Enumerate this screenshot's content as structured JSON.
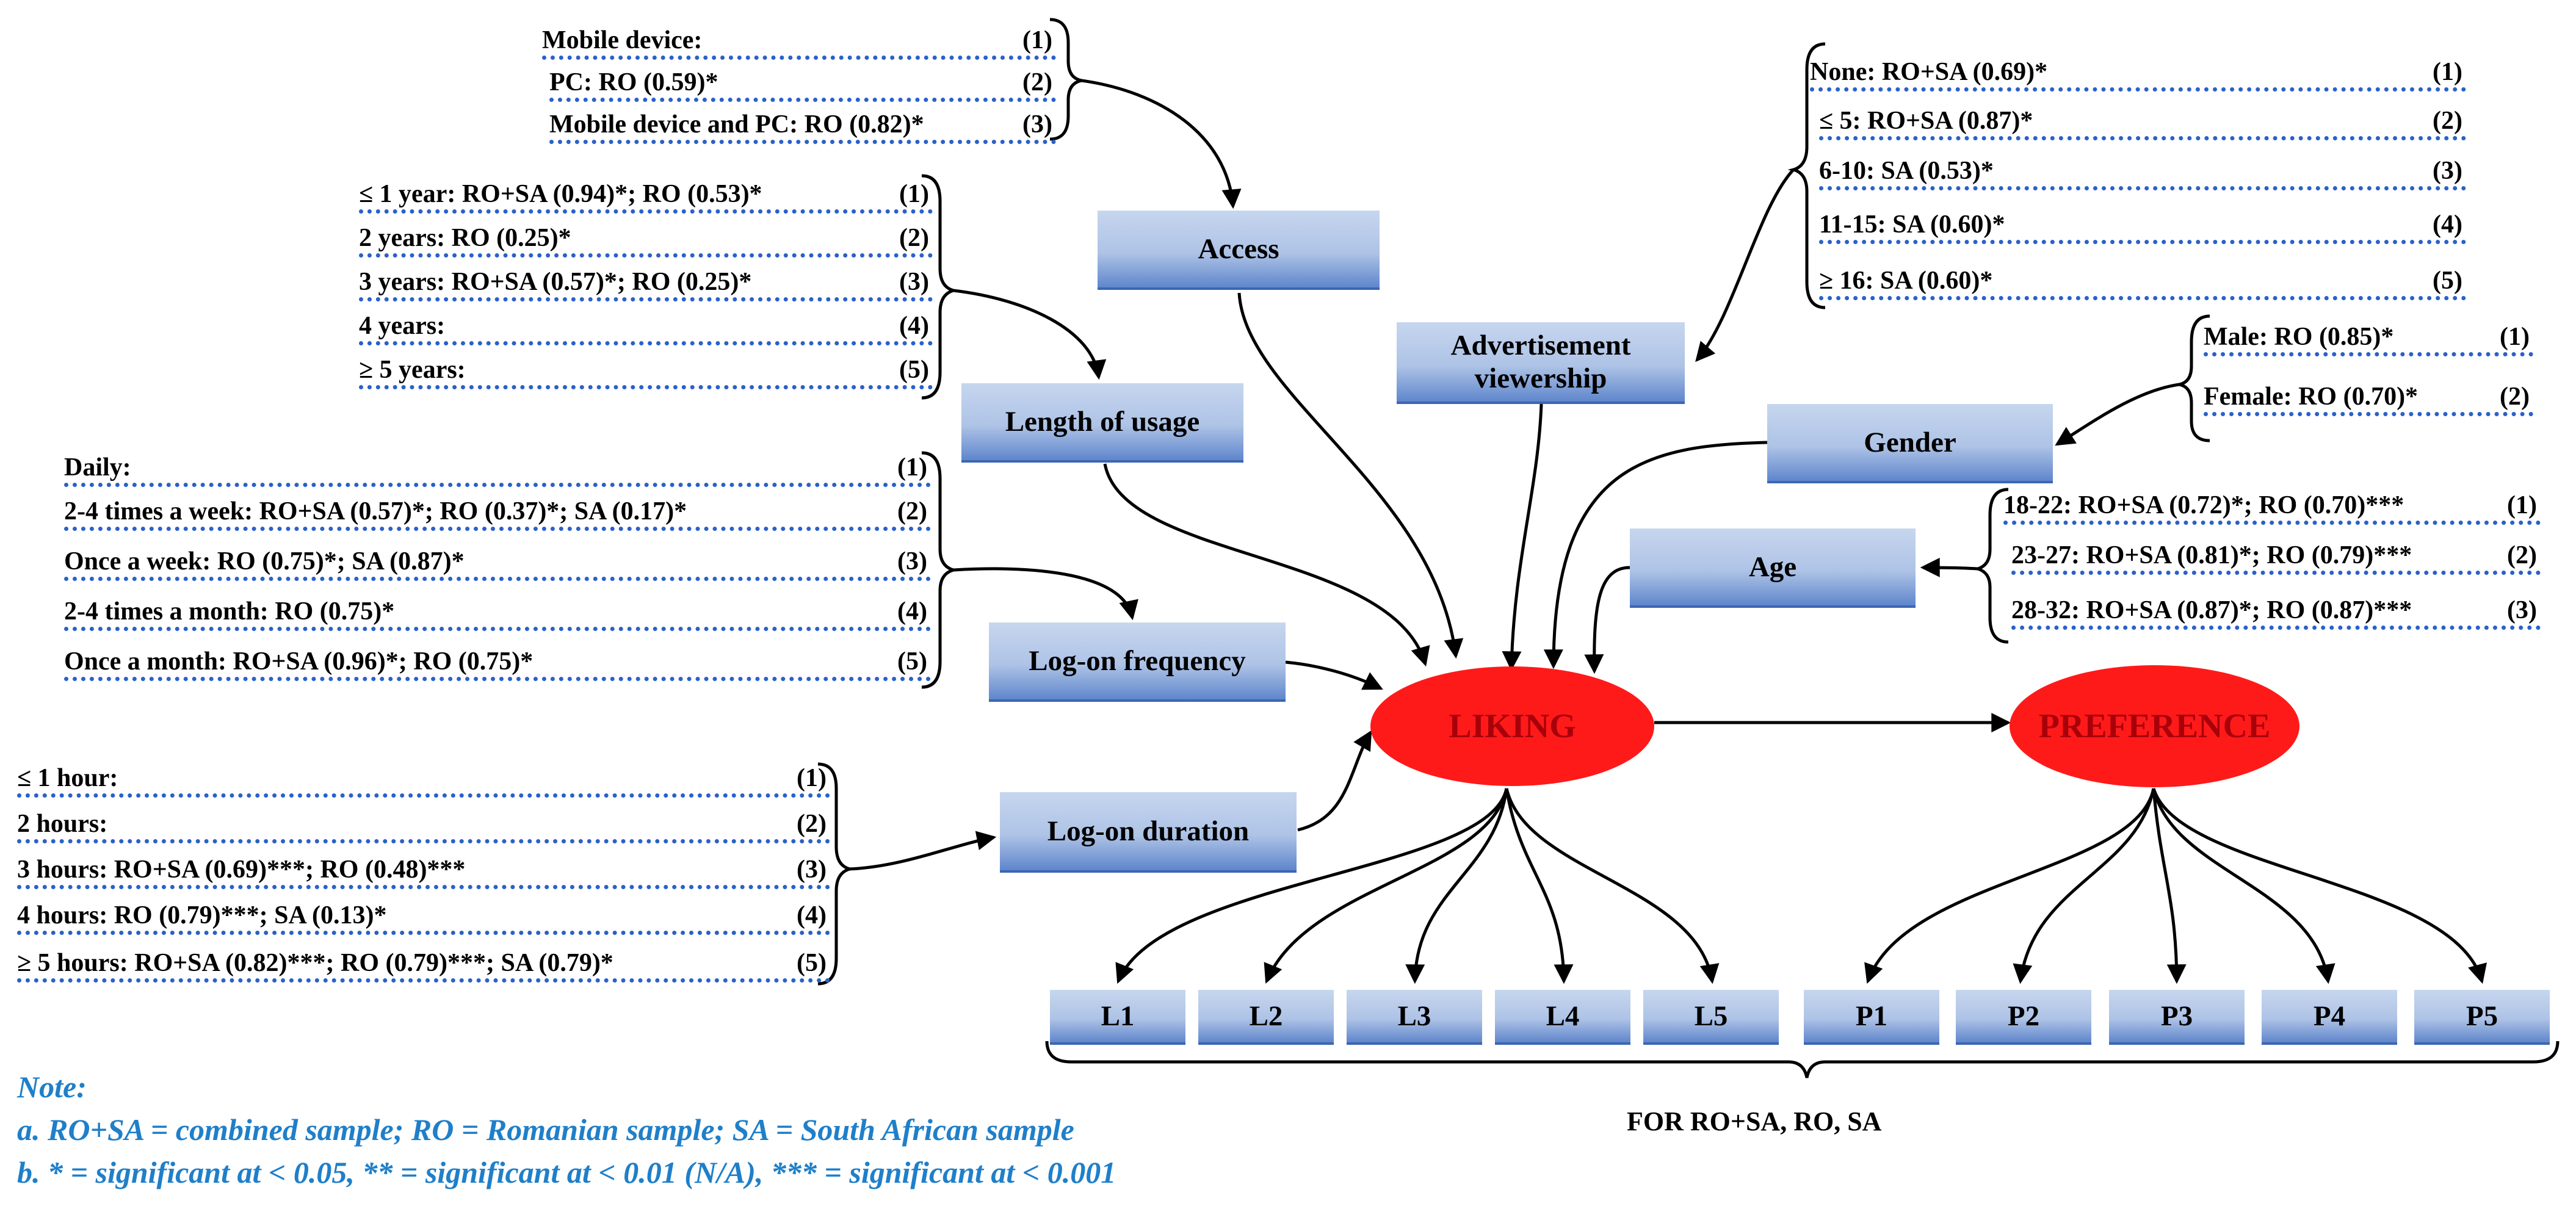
{
  "constructs": {
    "access": "Access",
    "length_of_usage": "Length of usage",
    "log_on_frequency": "Log-on frequency",
    "log_on_duration": "Log-on duration",
    "advertisement_viewership_line1": "Advertisement",
    "advertisement_viewership_line2": "viewership",
    "gender": "Gender",
    "age": "Age",
    "liking": "LIKING",
    "preference": "PREFERENCE"
  },
  "access_items": [
    {
      "text": "Mobile device:",
      "num": "(1)"
    },
    {
      "text": "PC: RO (0.59)*",
      "num": "(2)"
    },
    {
      "text": "Mobile device and PC: RO (0.82)*",
      "num": "(3)"
    }
  ],
  "length_items": [
    {
      "text": "≤ 1 year: RO+SA (0.94)*; RO (0.53)*",
      "num": "(1)"
    },
    {
      "text": "2 years: RO (0.25)*",
      "num": "(2)"
    },
    {
      "text": "3 years: RO+SA (0.57)*; RO (0.25)*",
      "num": "(3)"
    },
    {
      "text": "4 years:",
      "num": "(4)"
    },
    {
      "text": "≥ 5 years:",
      "num": "(5)"
    }
  ],
  "frequency_items": [
    {
      "text": "Daily:",
      "num": "(1)"
    },
    {
      "text": "2-4 times a week: RO+SA (0.57)*; RO (0.37)*; SA (0.17)*",
      "num": "(2)"
    },
    {
      "text": "Once a week: RO (0.75)*; SA (0.87)*",
      "num": "(3)"
    },
    {
      "text": "2-4 times a month: RO (0.75)*",
      "num": "(4)"
    },
    {
      "text": "Once a month: RO+SA (0.96)*; RO (0.75)*",
      "num": "(5)"
    }
  ],
  "duration_items": [
    {
      "text": "≤ 1 hour:",
      "num": "(1)"
    },
    {
      "text": "2 hours:",
      "num": "(2)"
    },
    {
      "text": "3 hours: RO+SA (0.69)***; RO (0.48)***",
      "num": "(3)"
    },
    {
      "text": "4 hours: RO (0.79)***; SA (0.13)*",
      "num": "(4)"
    },
    {
      "text": "≥ 5 hours: RO+SA (0.82)***; RO (0.79)***; SA (0.79)*",
      "num": "(5)"
    }
  ],
  "viewership_items": [
    {
      "text": "None: RO+SA (0.69)*",
      "num": "(1)"
    },
    {
      "text": "≤ 5: RO+SA (0.87)*",
      "num": "(2)"
    },
    {
      "text": "6-10: SA (0.53)*",
      "num": "(3)"
    },
    {
      "text": "11-15: SA (0.60)*",
      "num": "(4)"
    },
    {
      "text": "≥ 16: SA (0.60)*",
      "num": "(5)"
    }
  ],
  "gender_items": [
    {
      "text": "Male: RO (0.85)*",
      "num": "(1)"
    },
    {
      "text": "Female: RO (0.70)*",
      "num": "(2)"
    }
  ],
  "age_items": [
    {
      "text": "18-22: RO+SA (0.72)*; RO (0.70)***",
      "num": "(1)"
    },
    {
      "text": "23-27: RO+SA (0.81)*; RO (0.79)***",
      "num": "(2)"
    },
    {
      "text": "28-32: RO+SA (0.87)*; RO (0.87)***",
      "num": "(3)"
    }
  ],
  "liking_indicators": [
    "L1",
    "L2",
    "L3",
    "L4",
    "L5"
  ],
  "preference_indicators": [
    "P1",
    "P2",
    "P3",
    "P4",
    "P5"
  ],
  "indicators_caption": "FOR RO+SA, RO, SA",
  "note": {
    "title": "Note:",
    "a": "a. RO+SA = combined sample; RO = Romanian sample; SA = South African sample",
    "b": "b. * = significant at < 0.05, ** = significant at < 0.01 (N/A), *** = significant at < 0.001"
  },
  "colors": {
    "ellipse_fill": "#ff1a1a",
    "ellipse_text": "#a8000a",
    "box_gradient_top": "#c6d6ee",
    "box_gradient_bottom": "#5f86cc",
    "dotted_rule": "#2a61c9",
    "note_text": "#1f7fc9"
  }
}
